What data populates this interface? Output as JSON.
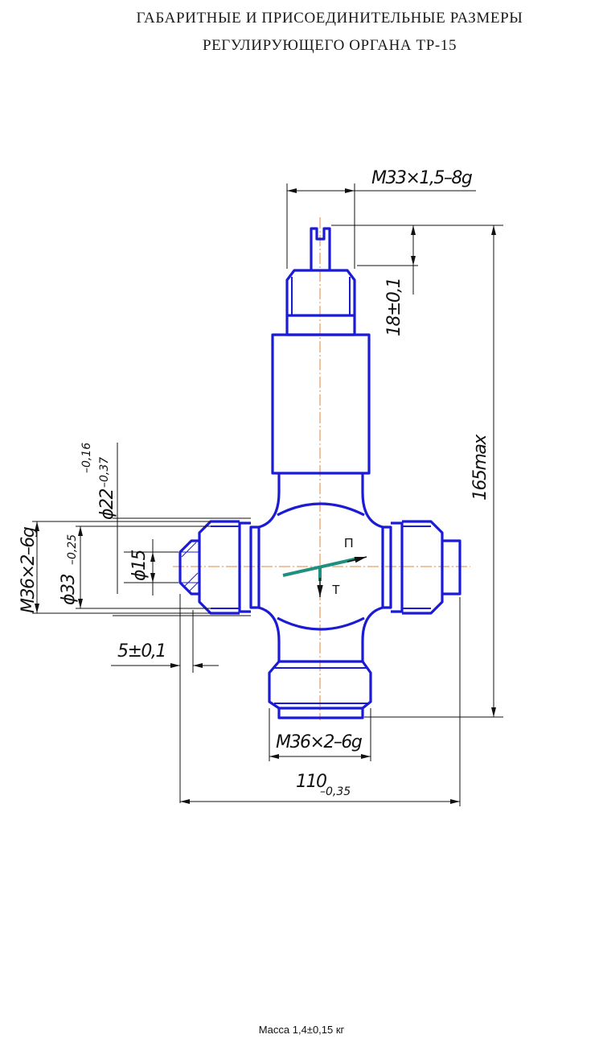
{
  "title": {
    "line1": "ГАБАРИТНЫЕ И ПРИСОЕДИНИТЕЛЬНЫЕ РАЗМЕРЫ",
    "line2": "РЕГУЛИРУЮЩЕГО ОРГАНА ТР-15"
  },
  "dimensions": {
    "thread_top": "M33×1,5–8g",
    "stem_height": "18±0,1",
    "overall_height": "165max",
    "phi22": "ϕ22",
    "phi22_upper": "–0,16",
    "phi22_lower": "–0,37",
    "phi33": "ϕ33",
    "phi33_tol": "–0,25",
    "phi15": "ϕ15",
    "thread_left": "M36×2–6g",
    "thread_bottom": "M36×2–6g",
    "offset": "5±0,1",
    "overall_width": "110",
    "overall_width_tol": "–0,35"
  },
  "flow_labels": {
    "p": "П",
    "t": "Т"
  },
  "mass": "Масса 1,4±0,15 кг",
  "colors": {
    "part": "#1b1bd6",
    "dimension": "#111111",
    "axis": "#e0873a",
    "indicator": "#1f8f80"
  }
}
